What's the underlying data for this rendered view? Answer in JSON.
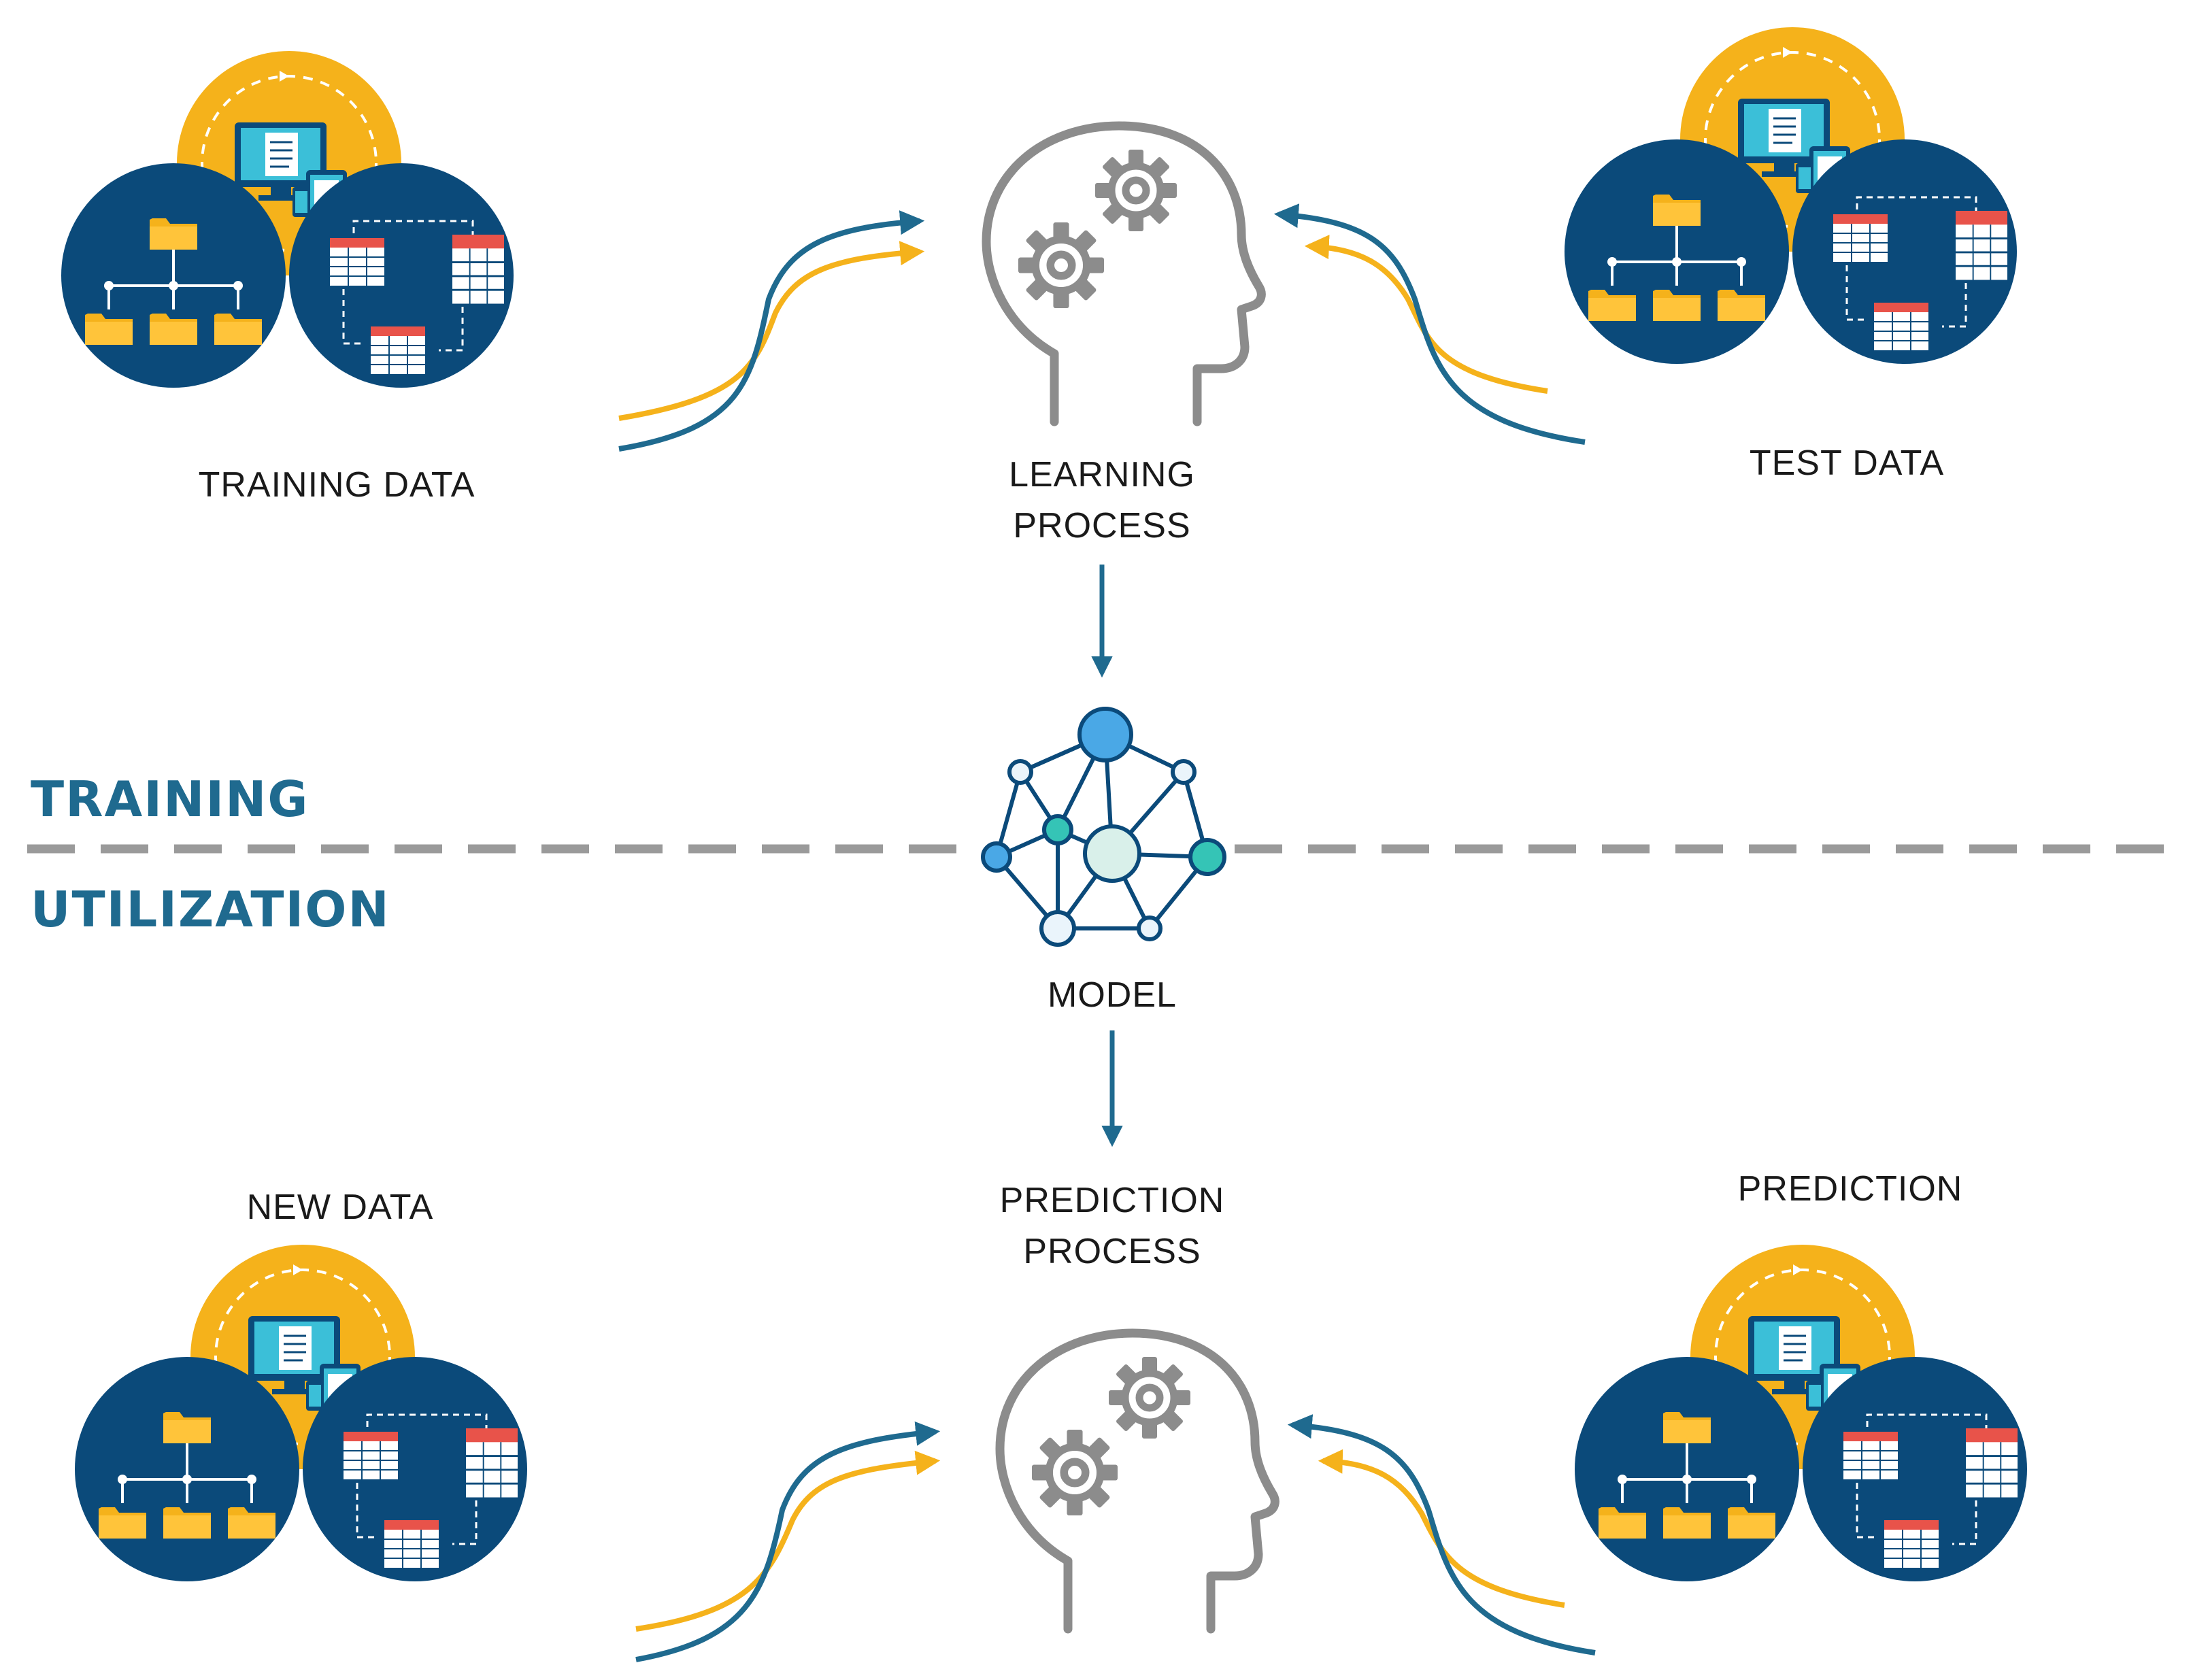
{
  "colors": {
    "navy": "#0b4a7a",
    "gold": "#f5b21b",
    "arrow_blue": "#1f6a8f",
    "phase_text": "#1f6a8f",
    "gray": "#8c8c8c",
    "node_blue": "#4aa8e6",
    "node_teal": "#35c4b6",
    "node_pale": "#d9f0ea"
  },
  "phases": {
    "training": "TRAINING",
    "utilization": "UTILIZATION"
  },
  "training": {
    "training_data": "TRAINING DATA",
    "learning_process_line1": "LEARNING",
    "learning_process_line2": "PROCESS",
    "test_data": "TEST DATA"
  },
  "model": {
    "label": "MODEL"
  },
  "utilization": {
    "new_data": "NEW DATA",
    "prediction_process_line1": "PREDICTION",
    "prediction_process_line2": "PROCESS",
    "prediction": "PREDICTION"
  },
  "icons": [
    "data-cluster-icon",
    "monitor-documents-icon",
    "folder-hierarchy-icon",
    "linked-tables-icon",
    "head-gears-icon",
    "neural-network-icon",
    "flow-arrow-icon"
  ]
}
